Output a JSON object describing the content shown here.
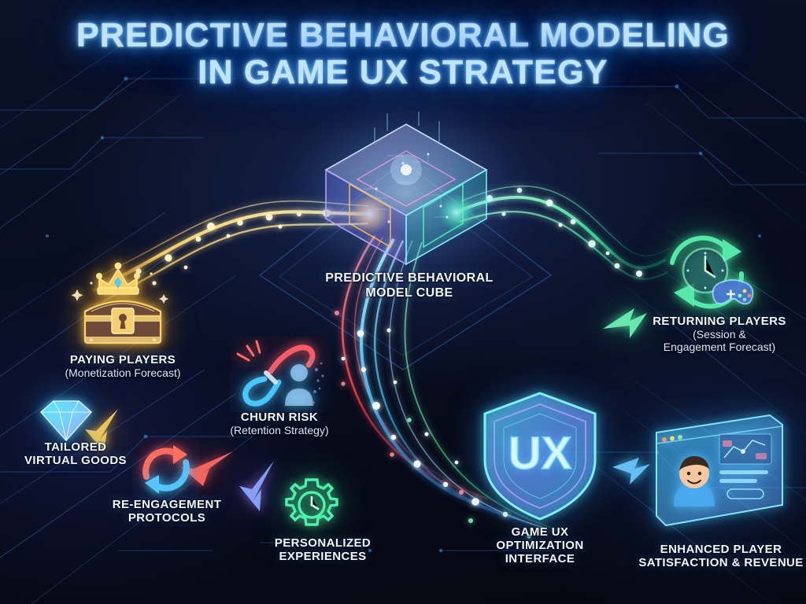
{
  "title": {
    "line1": "PREDICTIVE BEHAVIORAL MODELING",
    "line2": "IN GAME UX STRATEGY"
  },
  "center": {
    "label_line1": "PREDICTIVE BEHAVIORAL",
    "label_line2": "MODEL CUBE",
    "icon": "holographic-data-cube"
  },
  "inputs": [
    {
      "id": "paying-players",
      "label": "PAYING PLAYERS",
      "sublabel": "(Monetization Forecast)",
      "icon": "crowned-treasure-chest-icon",
      "accent": "#ffc548"
    },
    {
      "id": "churn-risk",
      "label": "CHURN RISK",
      "sublabel": "(Retention Strategy)",
      "icon": "broken-chain-user-icon",
      "accent": "#ff5a6e"
    }
  ],
  "outputs": [
    {
      "id": "tailored-virtual-goods",
      "label_line1": "TAILORED",
      "label_line2": "VIRTUAL GOODS",
      "icon": "gem-icon",
      "accent": "#66e6ff"
    },
    {
      "id": "re-engagement-protocols",
      "label_line1": "RE-ENGAGEMENT",
      "label_line2": "PROTOCOLS",
      "icon": "refresh-cycle-icon",
      "accent": "#ff7a6a"
    },
    {
      "id": "personalized-experiences",
      "label_line1": "PERSONALIZED",
      "label_line2": "EXPERIENCES",
      "icon": "gear-clock-icon",
      "accent": "#49e6a8"
    },
    {
      "id": "returning-players",
      "label": "RETURNING PLAYERS",
      "sublabel_line1": "(Session &",
      "sublabel_line2": "Engagement Forecast)",
      "icon": "clock-gamepad-cycle-icon",
      "accent": "#5df0b0"
    },
    {
      "id": "game-ux-optimization-interface",
      "label_line1": "GAME UX",
      "label_line2": "OPTIMIZATION",
      "label_line3": "INTERFACE",
      "icon": "ux-shield-icon",
      "shield_text": "UX",
      "accent": "#5ad8ff"
    },
    {
      "id": "enhanced-player-satisfaction",
      "label_line1": "ENHANCED PLAYER",
      "label_line2": "SATISFACTION & REVENUE",
      "icon": "player-dashboard-screen-icon",
      "accent": "#7fd4ff"
    }
  ],
  "palette": {
    "background_deep": "#05070f",
    "background_mid": "#0b1228",
    "title_glow": "#4aa8ff",
    "gold_stream": "#ffc24a",
    "cyan_stream": "#4fd8ff",
    "red_stream": "#ff4d5e",
    "green_stream": "#4dffa6"
  }
}
